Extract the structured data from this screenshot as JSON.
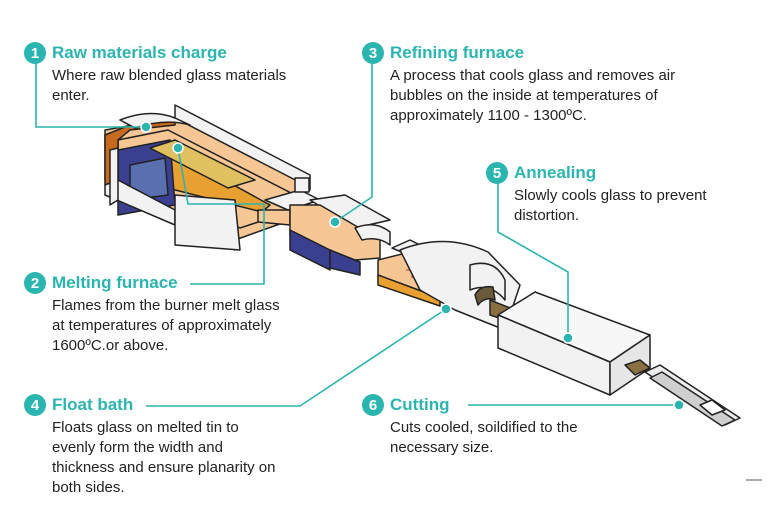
{
  "steps": [
    {
      "num": "1",
      "title": "Raw materials charge",
      "desc": [
        "Where raw blended glass materials",
        "enter."
      ]
    },
    {
      "num": "2",
      "title": "Melting furnace",
      "desc": [
        "Flames from the burner melt glass",
        "at temperatures of approximately",
        "1600ºC.or above."
      ]
    },
    {
      "num": "3",
      "title": "Refining furnace",
      "desc": [
        "A process that cools glass and removes air",
        "bubbles on the inside at temperatures of",
        "approximately 1100 - 1300ºC."
      ]
    },
    {
      "num": "4",
      "title": "Float bath",
      "desc": [
        "Floats glass on melted tin to",
        "evenly form the width and",
        "thickness and ensure planarity on",
        "both sides."
      ]
    },
    {
      "num": "5",
      "title": "Annealing",
      "desc": [
        "Slowly cools glass to prevent",
        "distortion."
      ]
    },
    {
      "num": "6",
      "title": "Cutting",
      "desc": [
        "Cuts cooled, soildified to the",
        "necessary size."
      ]
    }
  ],
  "colors": {
    "accent": "#2bb5b0",
    "glass": "#f6c795",
    "tin": "#e8a030",
    "furnace_wall": "#3b3f8f",
    "body": "#f2f2f2",
    "outline": "#222222",
    "copper": "#c86a1e"
  }
}
